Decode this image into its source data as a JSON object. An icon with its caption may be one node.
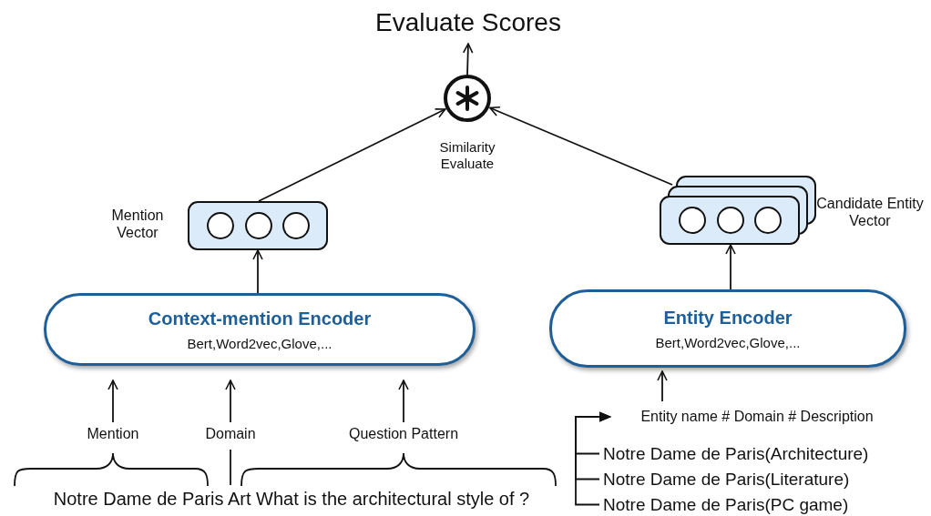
{
  "diagram": {
    "nodes": [
      {
        "text": [
          "Evaluate Scores"
        ]
      },
      {
        "text": [],
        "shape": "circle",
        "beside": [
          "Similarity Evaluate"
        ]
      },
      {
        "text": [],
        "shape": "box",
        "beside": [
          "Mention Vector"
        ]
      },
      {
        "text": [],
        "shape": "box",
        "beside": [
          "Candidate Entity Vector"
        ]
      },
      {
        "text": [
          "Context-mention Encoder",
          "Bert,Word2vec,Glove,..."
        ]
      },
      {
        "text": [
          "Entity Encoder",
          "Bert,Word2vec,Glove,..."
        ]
      },
      {
        "text": [
          "Mention"
        ]
      },
      {
        "text": [
          "Domain"
        ]
      },
      {
        "text": [
          "Question Pattern"
        ]
      },
      {
        "text": [
          "Entity name # Domain # Description"
        ]
      },
      {
        "text": [
          "Notre Dame de Paris(Architecture)"
        ]
      },
      {
        "text": [
          "Notre Dame de Paris(Literature)"
        ]
      },
      {
        "text": [
          "Notre Dame de Paris(PC game)"
        ]
      }
    ],
    "edges": [
      {
        "from": 1,
        "to": 0,
        "arrow": "to"
      },
      {
        "from": 2,
        "to": 1,
        "arrow": "to"
      },
      {
        "from": 3,
        "to": 1,
        "arrow": "to"
      },
      {
        "from": 4,
        "to": 2,
        "arrow": "to"
      },
      {
        "from": 5,
        "to": 3,
        "arrow": "to"
      },
      {
        "from": 6,
        "to": 4,
        "arrow": "to"
      },
      {
        "from": 7,
        "to": 4,
        "arrow": "to"
      },
      {
        "from": 8,
        "to": 4,
        "arrow": "to"
      },
      {
        "from": 9,
        "to": 5,
        "arrow": "to"
      },
      {
        "from": 10,
        "to": 9,
        "arrow": "to"
      },
      {
        "from": 11,
        "to": 9,
        "arrow": "to"
      },
      {
        "from": 12,
        "to": 9,
        "arrow": "to"
      }
    ],
    "labels": [
      "Notre Dame de Paris Art What is the architectural style of ?"
    ]
  }
}
